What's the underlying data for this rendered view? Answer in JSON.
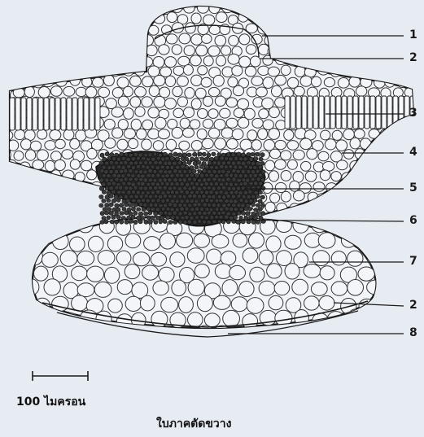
{
  "labels": [
    "1",
    "2",
    "3",
    "4",
    "5",
    "6",
    "7",
    "2",
    "8"
  ],
  "scale_text": "100 ไมครอน",
  "caption": "ใบภาคตัดขวาง",
  "colors": {
    "background": "#e7ecf3",
    "ink": "#1a1a1a",
    "cell_fill": "#f3f5f9",
    "dark_tissue": "#222222"
  }
}
